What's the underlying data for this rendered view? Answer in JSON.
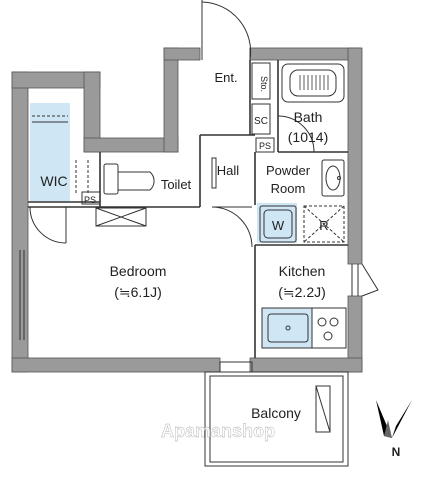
{
  "rooms": {
    "entrance": "Ent.",
    "storage": "Sto.",
    "bath_name": "Bath",
    "bath_size": "(1014)",
    "shoe_cabinet": "SC",
    "pipe_space": "PS",
    "hall": "Hall",
    "powder_line1": "Powder",
    "powder_line2": "Room",
    "wic": "WIC",
    "toilet": "Toilet",
    "washer": "W",
    "fridge": "R",
    "bedroom_name": "Bedroom",
    "bedroom_size": "(≒6.1J)",
    "kitchen_name": "Kitchen",
    "kitchen_size": "(≒2.2J)",
    "balcony": "Balcony"
  },
  "compass": {
    "label": "N"
  },
  "watermark": "Apamanshop",
  "colors": {
    "wall": "#9a9a9a",
    "wet_area": "#cfe6f5",
    "line": "#333333"
  }
}
